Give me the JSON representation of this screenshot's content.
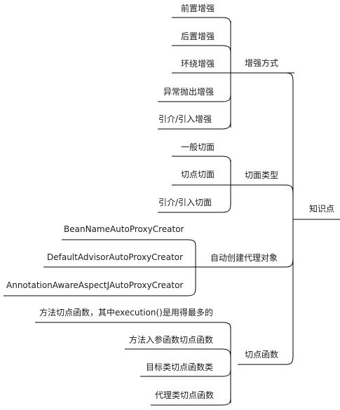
{
  "root": {
    "label": "知识点"
  },
  "branches": [
    {
      "label": "增强方式",
      "children": [
        "前置增强",
        "后置增强",
        "环绕增强",
        "异常抛出增强",
        "引介/引入增强"
      ]
    },
    {
      "label": "切面类型",
      "children": [
        "一般切面",
        "切点切面",
        "引介/引入切面"
      ]
    },
    {
      "label": "自动创建代理对象",
      "children": [
        "BeanNameAutoProxyCreator",
        "DefaultAdvisorAutoProxyCreator",
        "AnnotationAwareAspectJAutoProxyCreator"
      ]
    },
    {
      "label": "切点函数",
      "children": [
        "方法切点函数，其中execution()是用得最多的",
        "方法入参函数切点函数",
        "目标类切点函数类",
        "代理类切点函数"
      ]
    }
  ]
}
